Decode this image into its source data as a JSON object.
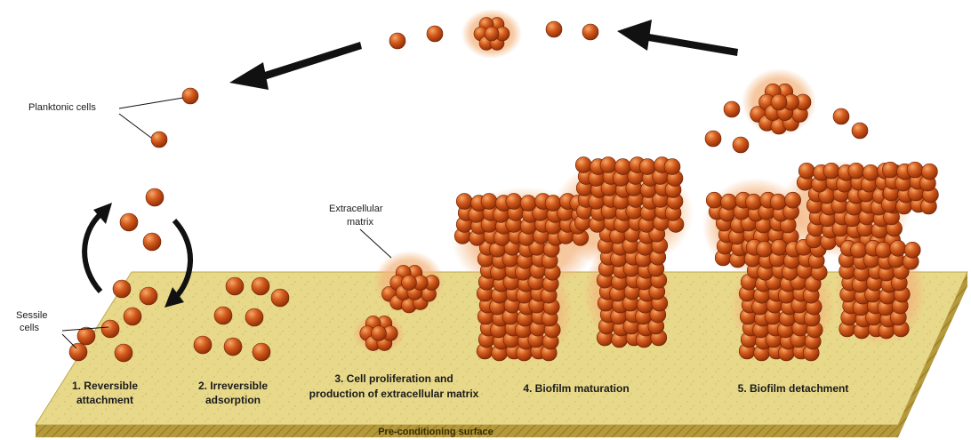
{
  "labels": {
    "planktonic": "Planktonic cells",
    "sessile_line1": "Sessile",
    "sessile_line2": "cells",
    "matrix_line1": "Extracellular",
    "matrix_line2": "matrix",
    "stage1_line1": "1. Reversible",
    "stage1_line2": "attachment",
    "stage2_line1": "2. Irreversible",
    "stage2_line2": "adsorption",
    "stage3_line1": "3. Cell proliferation and",
    "stage3_line2": "production of extracellular matrix",
    "stage4": "4. Biofilm maturation",
    "stage5": "5. Biofilm detachment",
    "surface": "Pre-conditioning surface"
  },
  "colors": {
    "cell": "#c4410d",
    "cell_highlight": "#f09a55",
    "matrix_glow": "#f3b27a",
    "surface_top": "#e8d98a",
    "surface_side": "#b59a3c",
    "arrow": "#111111"
  }
}
